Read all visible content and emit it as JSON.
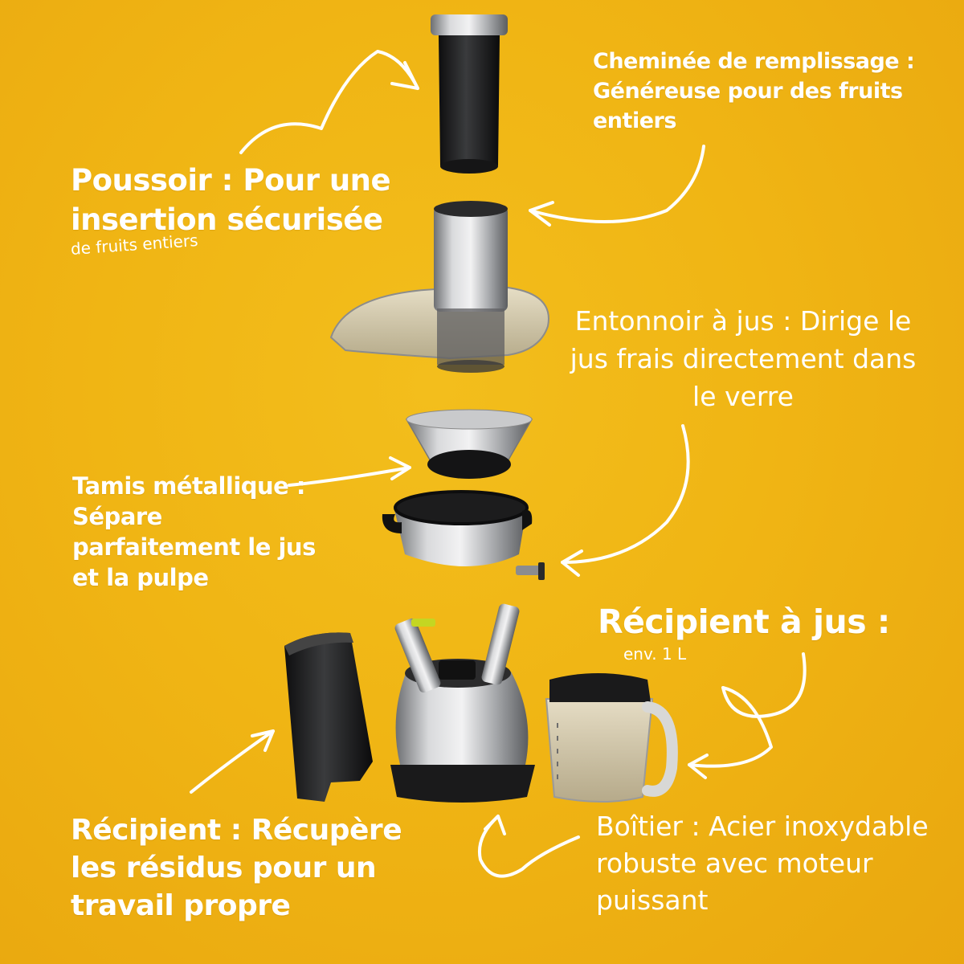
{
  "background_color": "#f0b514",
  "text_color": "#ffffff",
  "labels": {
    "chimney": "Cheminée de remplissage : Généreuse pour des fruits entiers",
    "pusher": "Poussoir : Pour une insertion sécurisée",
    "pusher_sub": "de fruits entiers",
    "funnel": "Entonnoir à jus : Dirige le jus frais directement dans le verre",
    "sieve": "Tamis métallique : Sépare parfaitement le jus et la pulpe",
    "jug": "Récipient à jus :",
    "jug_sub": "env. 1 L",
    "pulp": "Récipient : Récupère les résidus pour un travail propre",
    "body": "Boîtier : Acier inoxydable robuste avec moteur puissant"
  },
  "components": [
    "pusher",
    "feed-chute-lid",
    "filter-basket",
    "juicing-chamber",
    "motor-base",
    "pulp-container",
    "juice-jug"
  ],
  "icons": [
    "chalk-arrow-icon"
  ]
}
